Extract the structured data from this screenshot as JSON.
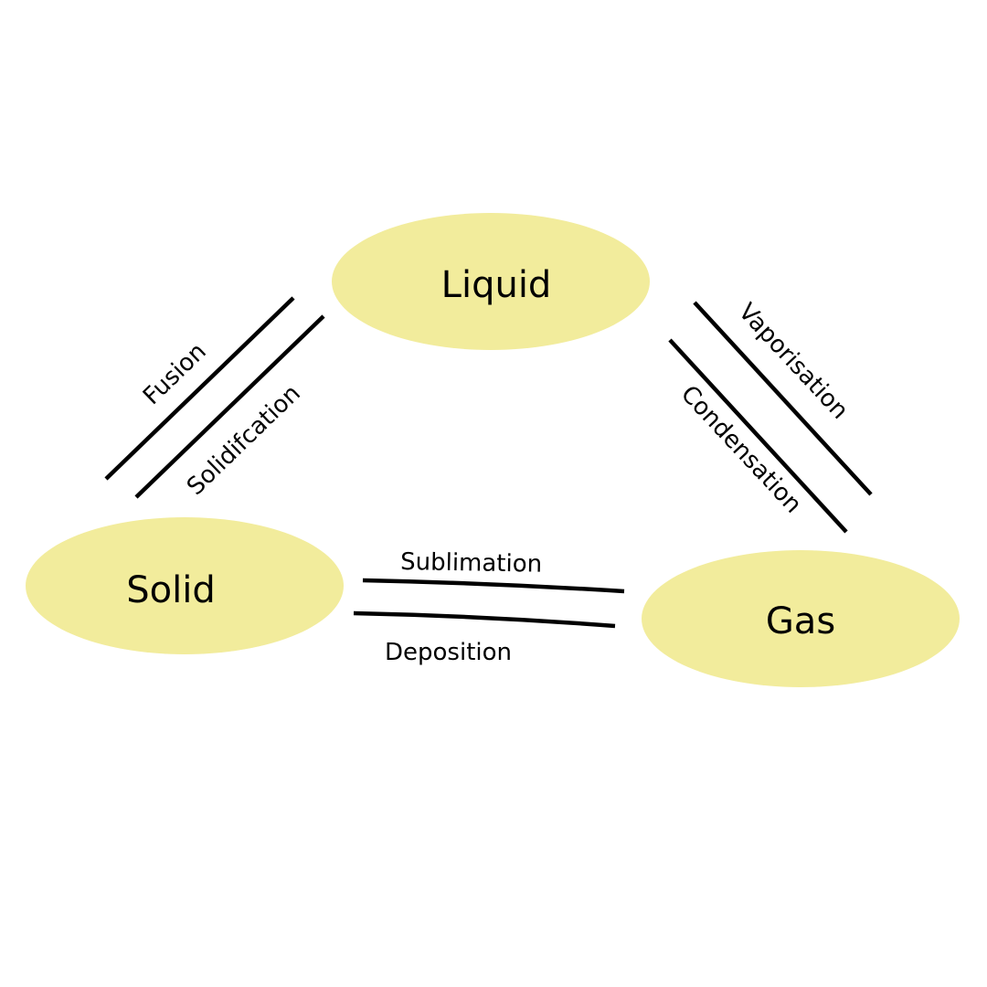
{
  "colors": {
    "state_fill": "#f2ec9c",
    "line": "#000000",
    "text": "#000000",
    "background": "#ffffff"
  },
  "states": {
    "liquid": "Liquid",
    "solid": "Solid",
    "gas": "Gas"
  },
  "processes": {
    "fusion": "Fusion",
    "solidification": "Solidifcation",
    "vaporisation": "Vaporisation",
    "condensation": "Condensation",
    "sublimation": "Sublimation",
    "deposition": "Deposition"
  }
}
